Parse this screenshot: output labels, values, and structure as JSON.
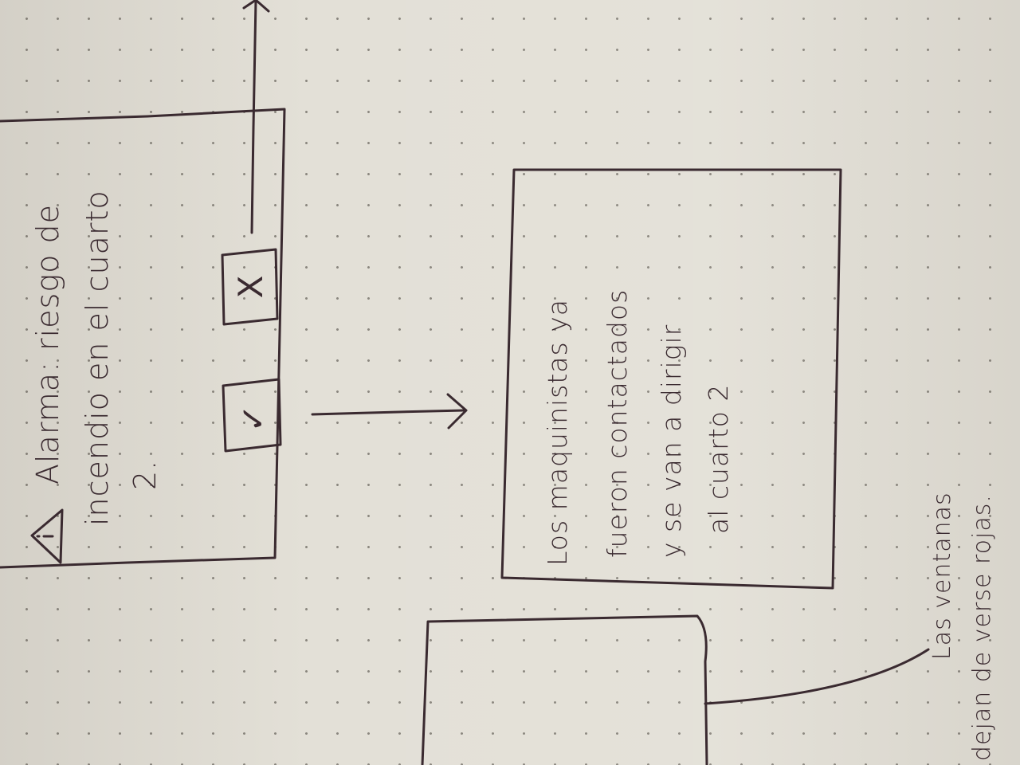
{
  "alert_dialog": {
    "icon": "warning-triangle-icon",
    "title_line1": "Alarma: riesgo de",
    "title_line2": "incendio en el cuarto",
    "title_line3": "2.",
    "confirm_button": {
      "icon": "check-icon",
      "glyph": "✓"
    },
    "close_button": {
      "icon": "close-icon",
      "glyph": "X"
    }
  },
  "confirmation_panel": {
    "line1": "Los maquinistas ya",
    "line2": "fueron contactados",
    "line3": "y se van a dirigir",
    "line4": "al cuarto 2"
  },
  "annotation": {
    "line1": "Las ventanas",
    "line2": "dejan de verse rojas."
  },
  "colors": {
    "ink": "#3a2a30",
    "paper": "#e3e0d7"
  }
}
